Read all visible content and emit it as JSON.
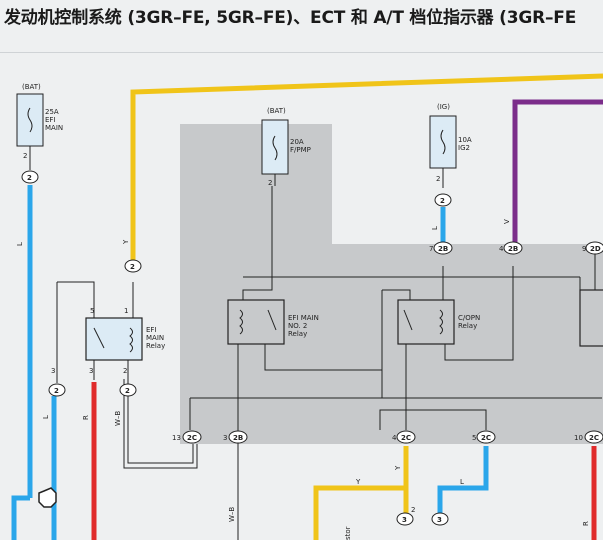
{
  "title": "发动机控制系统 (3GR–FE, 5GR–FE)、ECT 和 A/T 档位指示器 (3GR–FE",
  "colors": {
    "yellow": "#f0c419",
    "blue": "#2aa6ea",
    "red": "#e02b2b",
    "purple": "#7b2d8a",
    "gray_block": "#c7c9cb",
    "fuse_bg": "#dcebf5",
    "wire": "#222222"
  },
  "fuses": [
    {
      "id": "efi_main_fuse",
      "source": "(BAT)",
      "amp": "25A",
      "name": [
        "EFI",
        "MAIN"
      ],
      "pin": "2",
      "conn": "2"
    },
    {
      "id": "fpmp_fuse",
      "source": "(BAT)",
      "amp": "20A",
      "name": [
        "F/PMP"
      ],
      "pin": "2",
      "conn": ""
    },
    {
      "id": "ig2_fuse",
      "source": "(IG)",
      "amp": "10A",
      "name": [
        "IG2"
      ],
      "pin": "2",
      "conn": "2"
    }
  ],
  "relays": [
    {
      "id": "efi_main_relay",
      "name": [
        "EFI",
        "MAIN",
        "Relay"
      ],
      "pins": [
        "5",
        "1",
        "3",
        "2"
      ]
    },
    {
      "id": "efi_main_no2_relay",
      "name": [
        "EFI MAIN",
        "NO. 2",
        "Relay"
      ]
    },
    {
      "id": "copn_relay",
      "name": [
        "C/OPN",
        "Relay"
      ]
    }
  ],
  "connectors": {
    "c2_left_upper": "2",
    "c2_left_mid": "2",
    "c2_relay_out": "2",
    "c2b_7": "2B",
    "c2b_4": "2B",
    "c2d_9": "2D",
    "c2c_13": "2C",
    "c2b_3": "2B",
    "c2c_4": "2C",
    "c2c_5": "2C",
    "c2c_10": "2C",
    "c3_a": "3",
    "c3_b": "3",
    "c2_yellow": "2"
  },
  "pin_numbers": {
    "p7": "7",
    "p4": "4",
    "p9": "9",
    "p13": "13",
    "p3": "3",
    "p4b": "4",
    "p5": "5",
    "p10": "10",
    "p2": "2",
    "p3r": "3",
    "p2r": "2"
  },
  "wire_labels": {
    "L1": "L",
    "L2": "L",
    "L3": "L",
    "L4": "L",
    "Y1": "Y",
    "Y2": "Y",
    "Y3": "Y",
    "R1": "R",
    "R2": "R",
    "V": "V",
    "WB1": "W–B",
    "WB2": "W–B",
    "stor": "stor"
  }
}
